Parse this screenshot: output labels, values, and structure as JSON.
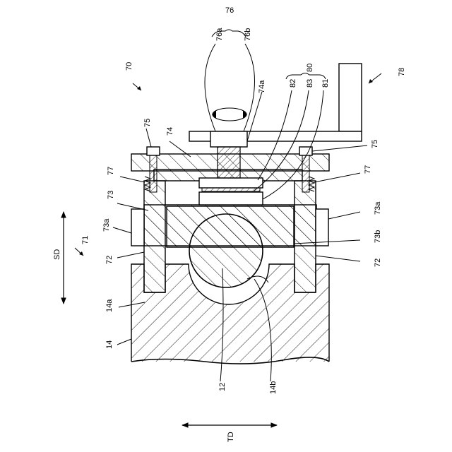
{
  "labels": {
    "l76": "76",
    "l76a": "76a",
    "l76b": "76b",
    "l70": "70",
    "l78": "78",
    "l82": "82",
    "l83": "83",
    "l80": "80",
    "l81": "81",
    "l74a": "74a",
    "l74": "74",
    "l75_left": "75",
    "l75_right": "75",
    "l77_left": "77",
    "l77_right": "77",
    "l73": "73",
    "l73a_left": "73a",
    "l73a_right": "73a",
    "l73b": "73b",
    "l71": "71",
    "l72_left": "72",
    "l72_right": "72",
    "l14a": "14a",
    "l14": "14",
    "l12": "12",
    "l14b": "14b",
    "sd": "SD",
    "td": "TD"
  }
}
